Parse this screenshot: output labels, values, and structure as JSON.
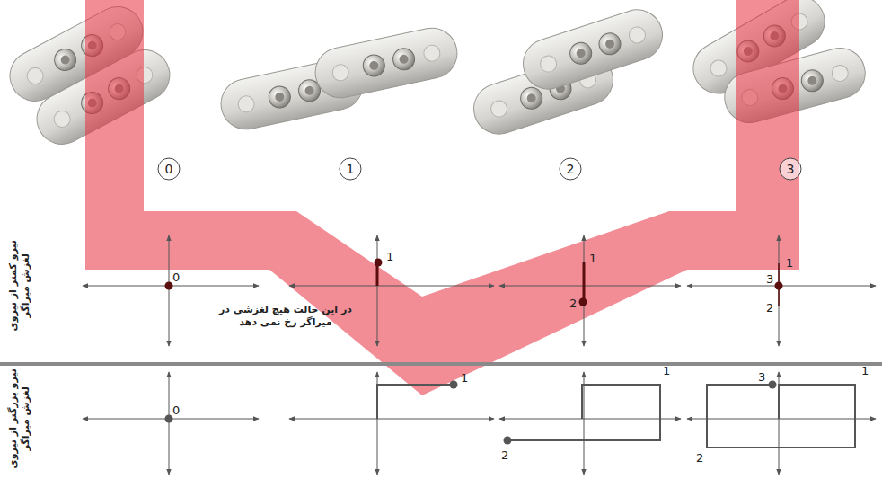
{
  "diagram": {
    "nodes": [
      {
        "text": [
          "0"
        ]
      },
      {
        "text": [
          "1"
        ]
      },
      {
        "text": [
          "2"
        ]
      },
      {
        "text": [
          "3"
        ]
      }
    ],
    "labels": [
      "نیرو کمتر از نیروی لغزش میراگر",
      "0",
      "1",
      "در این حالت هیچ لغزشی در میراگر رخ نمی دهد",
      "1",
      "2",
      "3",
      "1",
      "2",
      "نیرو بزرگتر از نیروی لغزش میراگر",
      "0",
      "1",
      "1",
      "2",
      "3",
      "1",
      "2"
    ]
  }
}
